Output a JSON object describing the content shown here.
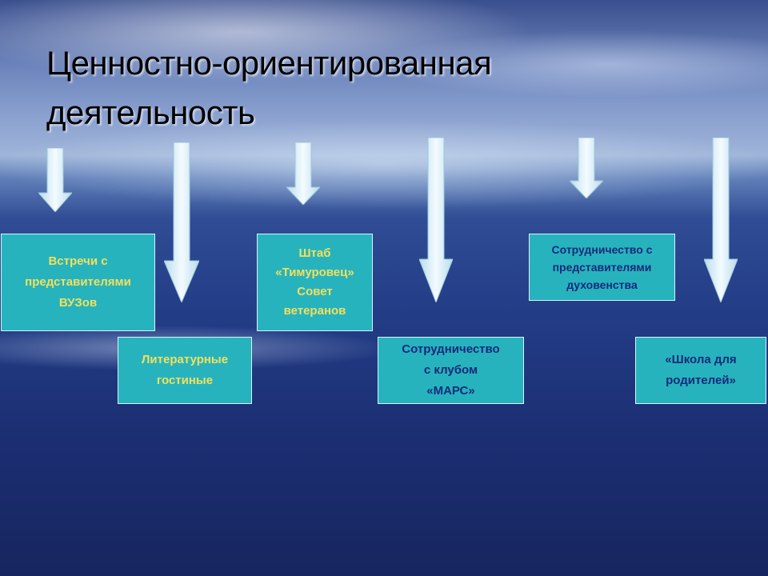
{
  "title": {
    "line1": "Ценностно-ориентированная",
    "line2": "деятельность"
  },
  "boxes": {
    "vuz": [
      "Встречи с",
      "представителями",
      "ВУЗов"
    ],
    "lit": [
      "Литературные",
      "гостиные"
    ],
    "shtab": [
      "Штаб",
      "«Тимуровец»",
      "Совет",
      "ветеранов"
    ],
    "mars": [
      "Сотрудничество",
      "с клубом",
      "«МАРС»"
    ],
    "clergy": [
      "Сотрудничество с",
      "представителями",
      "духовенства"
    ],
    "school": [
      "«Школа для",
      "родителей»"
    ]
  },
  "colors": {
    "box_fill": "#27b3be",
    "yellow_text": "#f2e05a",
    "navy_text": "#142a7a",
    "arrow_fill": "#e6f5fb"
  },
  "icons": [
    "arrow-down-icon"
  ]
}
